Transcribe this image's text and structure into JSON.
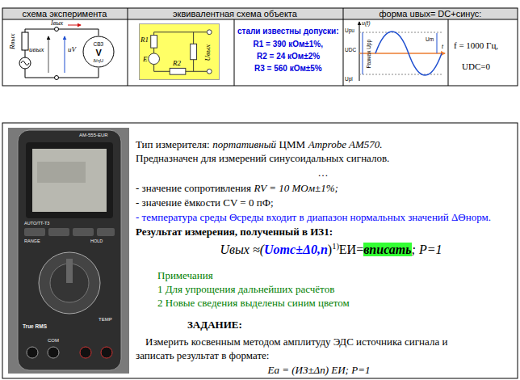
{
  "diagram": {
    "nodes": [
      {
        "text": [
          "R1",
          "E",
          "R2",
          "Uвых"
        ]
      },
      {
        "text": [
          "СВЗ",
          "V",
          "δ/ηU"
        ]
      }
    ],
    "labels": [
      "схема эксперимента",
      "эквивалентная схема объекта",
      "форма uвых= DC+синус:",
      "Rвых",
      "uвых",
      "uV",
      "Iвых",
      "стали известны допуски:",
      "R1 = 390 кОм±1%,",
      "R2 = 24 кОм±2%",
      "R3 = 560 кОм±5%",
      "u(t)",
      "Upu",
      "UDC",
      "Upl",
      "Размах Upp",
      "Um",
      "t",
      "f = 1000 Гц,",
      "UDC=0",
      "Тип измерителя:",
      "портативный",
      "ЦММ",
      "Amprobe AM570.",
      "Предназначен для измерений синусоидальных сигналов.",
      "…",
      "- значение сопротивления",
      "RV = 10 МОм±1%;",
      "- значение ёмкости CV = 0 пФ;",
      "- температура среды Θсреды входит в диапазон нормальных значений ΔΘнорм.",
      "Результат измерения, полученный в ИЗ1:",
      "Uвых ≈(",
      "Uотс±Δ0,п",
      ")",
      "1)",
      "ЕИ=",
      "вписать",
      "; P=1",
      "Примечания",
      "1 Для упрощения дальнейших расчётов",
      "2 Новые сведения выделены синим цветом",
      "ЗАДАНИЕ:",
      "Измерить косвенным методом амплитуду ЭДС источника сигнала и",
      "записать результат в формате:",
      "Ea = (ИЗ±Δп) ЕИ; P=1",
      "AM-555-EUR",
      "AUTO/TT-T3",
      "RANGE",
      "HOLD",
      "True RMS",
      "TEMP",
      "COM"
    ]
  }
}
